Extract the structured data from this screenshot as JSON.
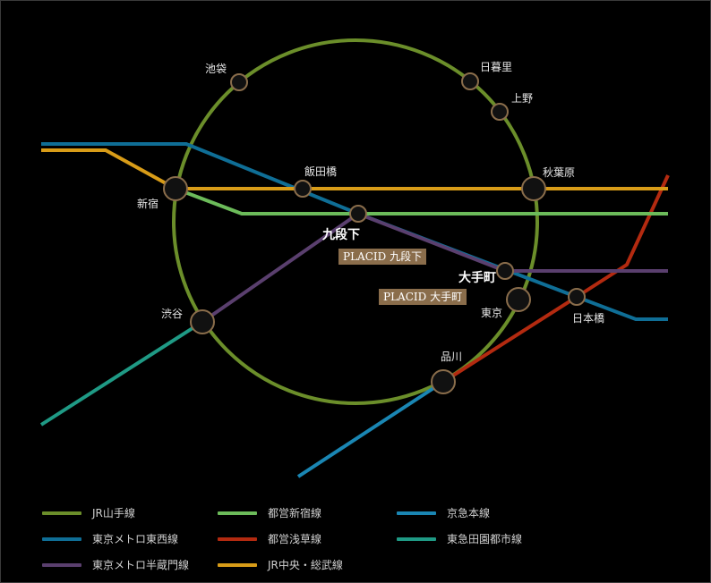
{
  "colors": {
    "yamanote": "#6b8e2a",
    "shinjuku": "#6cbb5a",
    "keikyu": "#1a86b3",
    "tozai": "#0f6e96",
    "asakusa": "#b32a10",
    "denentoshi": "#1f9a85",
    "hanzomon": "#5a3f6e",
    "chuo": "#d89c18",
    "station_stroke": "#8a6d4b"
  },
  "stations": {
    "ikebukuro": "池袋",
    "nippori": "日暮里",
    "ueno": "上野",
    "iidabashi": "飯田橋",
    "akihabara": "秋葉原",
    "shinjuku": "新宿",
    "kudanshita": "九段下",
    "otemachi": "大手町",
    "tokyo": "東京",
    "nihonbashi": "日本橋",
    "shibuya": "渋谷",
    "shinagawa": "品川"
  },
  "tags": {
    "kudanshita": "PLACID 九段下",
    "otemachi": "PLACID 大手町"
  },
  "legend": [
    {
      "key": "yamanote",
      "label": "JR山手線"
    },
    {
      "key": "shinjuku",
      "label": "都営新宿線"
    },
    {
      "key": "keikyu",
      "label": "京急本線"
    },
    {
      "key": "tozai",
      "label": "東京メトロ東西線"
    },
    {
      "key": "asakusa",
      "label": "都営浅草線"
    },
    {
      "key": "denentoshi",
      "label": "東急田園都市線"
    },
    {
      "key": "hanzomon",
      "label": "東京メトロ半蔵門線"
    },
    {
      "key": "chuo",
      "label": "JR中央・総武線"
    }
  ]
}
